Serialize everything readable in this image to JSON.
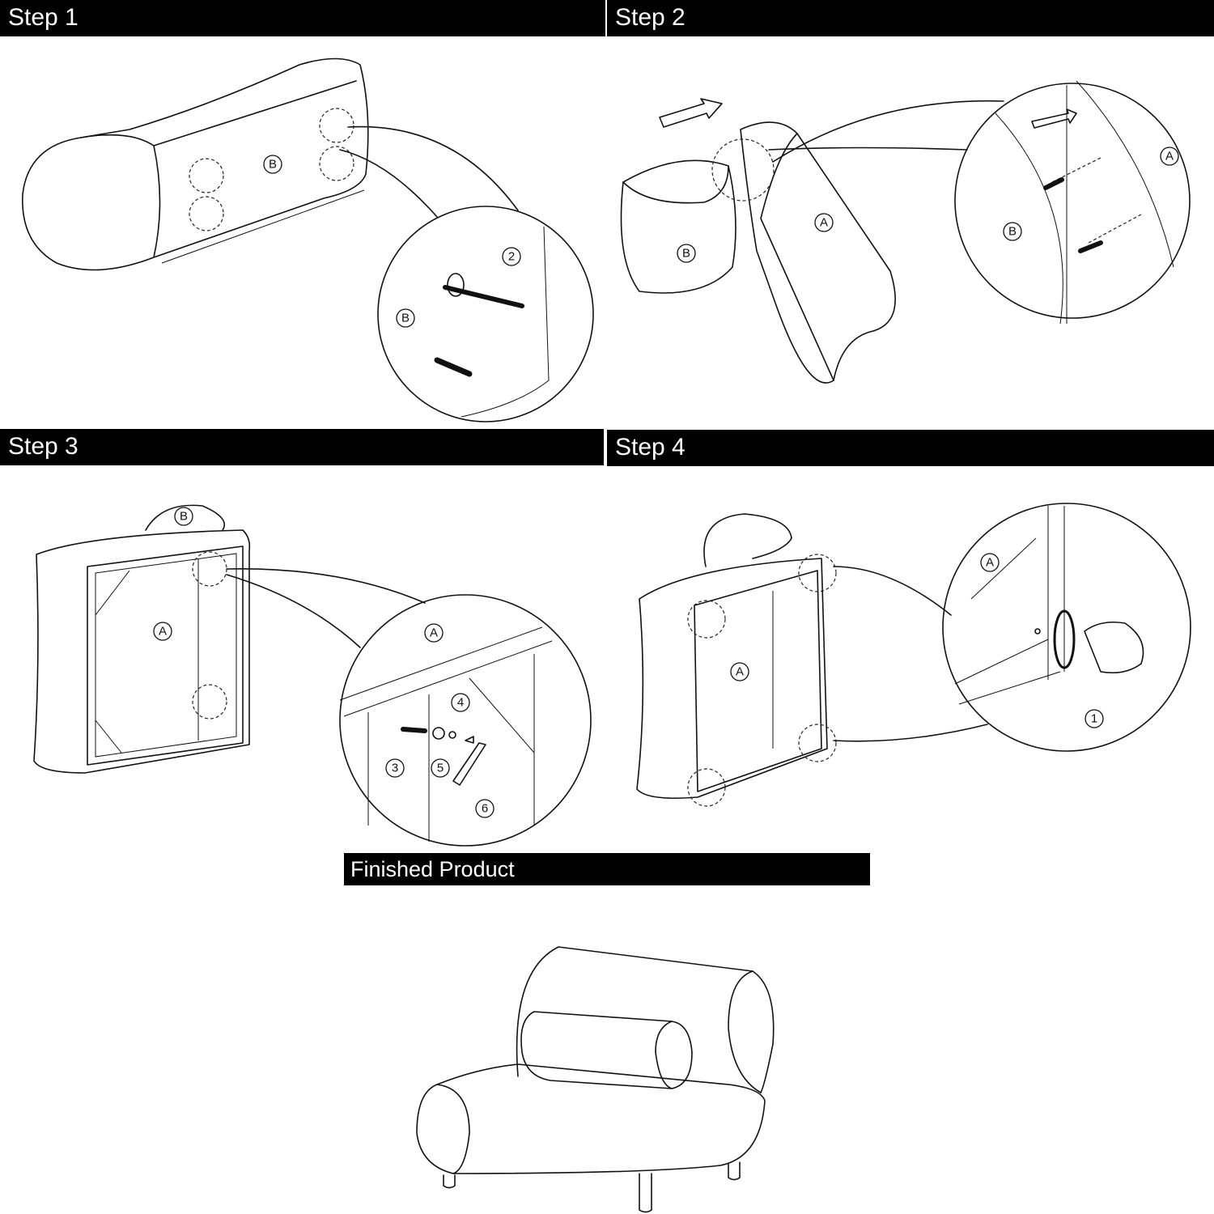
{
  "steps": [
    {
      "title": "Step 1"
    },
    {
      "title": "Step 2"
    },
    {
      "title": "Step 3"
    },
    {
      "title": "Step 4"
    }
  ],
  "finished": {
    "title": "Finished Product"
  },
  "callouts": {
    "step1": [
      "B",
      "B",
      "2"
    ],
    "step2": [
      "B",
      "A",
      "A",
      "B"
    ],
    "step3": [
      "B",
      "A",
      "A",
      "4",
      "3",
      "5",
      "6"
    ],
    "step4": [
      "A",
      "A",
      "1"
    ]
  }
}
